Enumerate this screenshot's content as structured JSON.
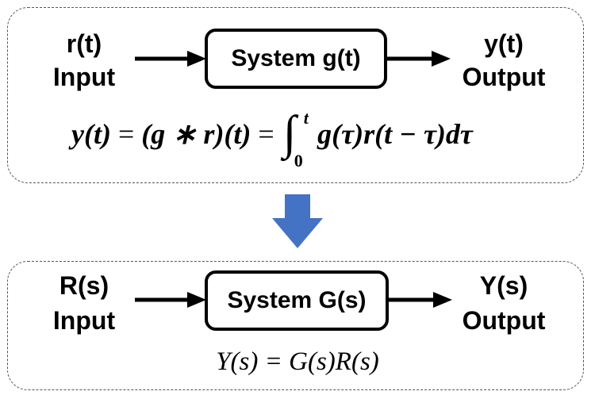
{
  "top": {
    "input_signal": "r(t)",
    "input_label": "Input",
    "system_label": "System g(t)",
    "output_signal": "y(t)",
    "output_label": "Output",
    "equation": {
      "lhs": "y(t)",
      "mid": "(g ∗ r)(t)",
      "integrand": "g(τ)r(t − τ)dτ",
      "upper_limit": "t",
      "lower_limit": "0"
    }
  },
  "transform_arrow_color": "#4472C4",
  "bottom": {
    "input_signal": "R(s)",
    "input_label": "Input",
    "system_label": "System G(s)",
    "output_signal": "Y(s)",
    "output_label": "Output",
    "equation": "Y(s) = G(s)R(s)"
  }
}
